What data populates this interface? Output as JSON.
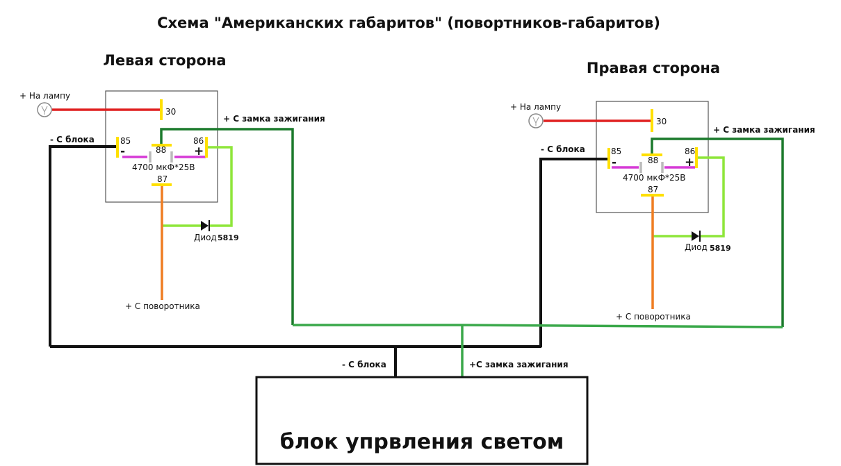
{
  "title": "Схема \"Американских габаритов\" (повортников-габаритов)",
  "left": {
    "heading": "Левая сторона",
    "lamp_label": "+ На лампу",
    "ignition_label": "+ С замка зажигания",
    "block_label": "- С блока",
    "pin30": "30",
    "pin85": "85",
    "pin86": "86",
    "pin88": "88",
    "pin87": "87",
    "minus": "-",
    "plus": "+",
    "capacitor": "4700 мкФ*25В",
    "diode_text": "Диод",
    "diode_num": "5819",
    "turn_label": "+ С поворотника"
  },
  "right": {
    "heading": "Правая сторона",
    "lamp_label": "+ На лампу",
    "ignition_label": "+ С замка зажигания",
    "block_label": "- С блока",
    "pin30": "30",
    "pin85": "85",
    "pin86": "86",
    "pin88": "88",
    "pin87": "87",
    "minus": "-",
    "plus": "+",
    "capacitor": "4700 мкФ*25В",
    "diode_text": "Диод",
    "diode_num": "5819",
    "turn_label": "+ С поворотника"
  },
  "bottom": {
    "block_label": "- С блока",
    "ignition_label": "+С замка зажигания",
    "unit_label": "блок упрвления светом"
  },
  "colors": {
    "red": "#e02020",
    "yellow": "#ffe000",
    "magenta": "#d63ad6",
    "light_green": "#8ee63a",
    "green": "#3aa84a",
    "dark_green": "#1b7a2c",
    "orange": "#ef7d22",
    "black": "#111111",
    "box_border": "#555555"
  }
}
